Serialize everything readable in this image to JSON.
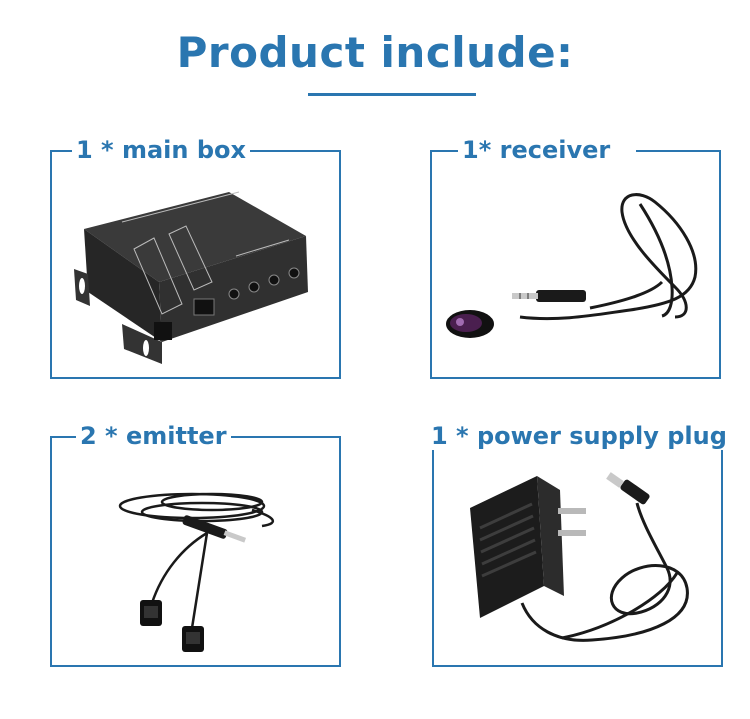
{
  "title": "Product include:",
  "items": [
    {
      "label": "1 * main box",
      "image": "main-box-photo"
    },
    {
      "label": "1*  receiver",
      "image": "receiver-photo"
    },
    {
      "label": "2 *  emitter",
      "image": "emitter-photo"
    },
    {
      "label": "1 * power supply plug",
      "image": "power-plug-photo"
    }
  ],
  "colors": {
    "accent": "#2a76b0",
    "device": "#2b2b2b"
  }
}
